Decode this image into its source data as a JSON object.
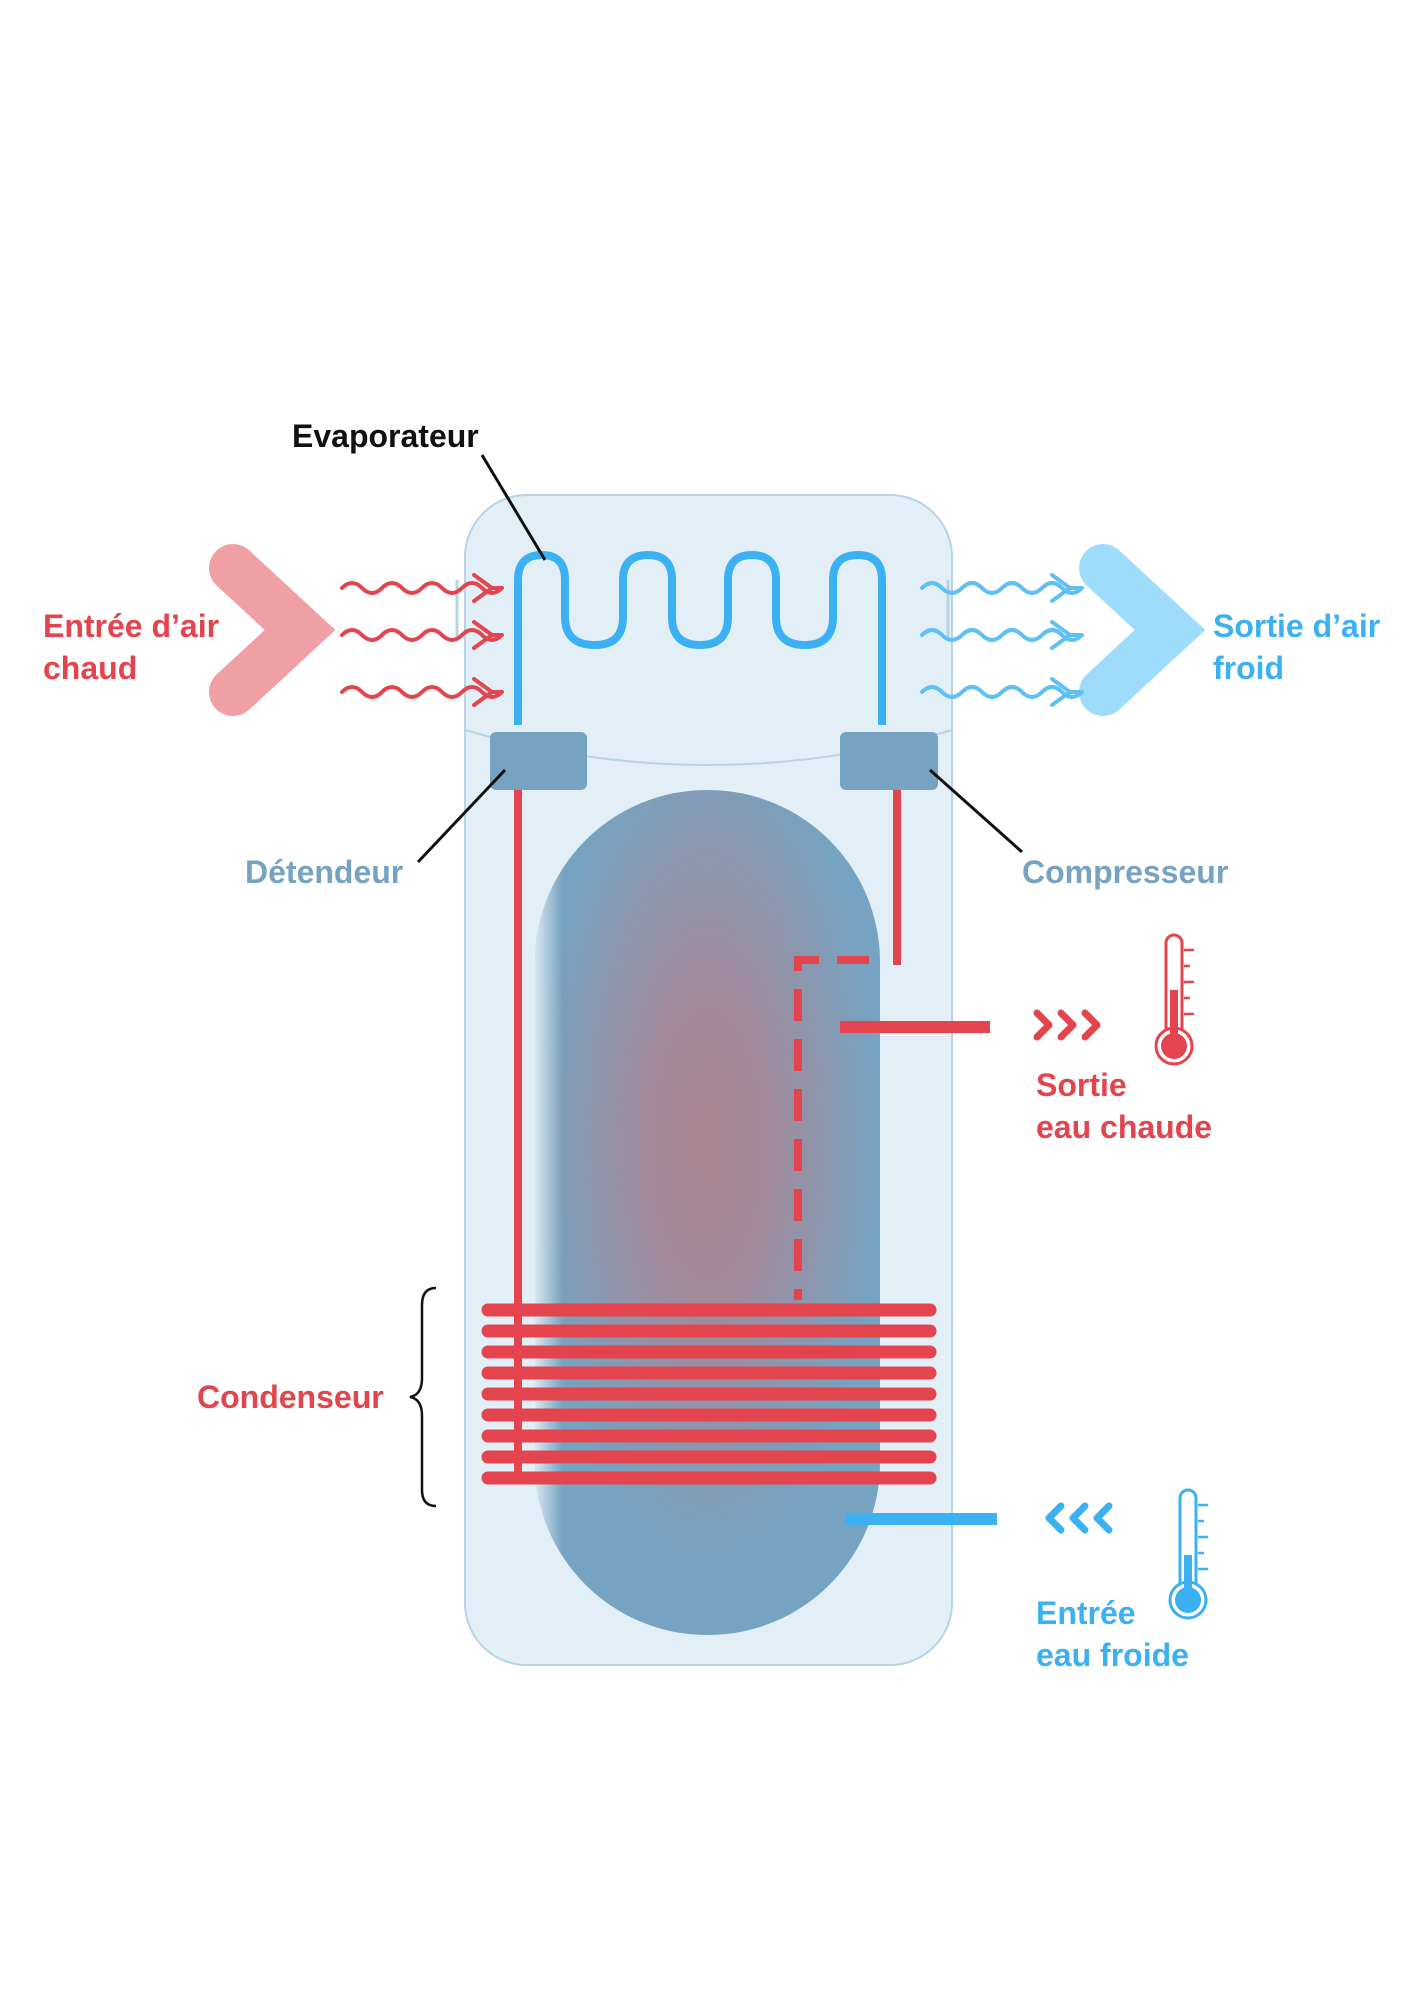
{
  "labels": {
    "evaporateur": "Evaporateur",
    "air_in": {
      "line1": "Entrée d’air",
      "line2": "chaud"
    },
    "air_out": {
      "line1": "Sortie d’air",
      "line2": "froid"
    },
    "detendeur": "Détendeur",
    "compresseur": "Compresseur",
    "hot_out": {
      "line1": "Sortie",
      "line2": "eau chaude"
    },
    "condenseur": "Condenseur",
    "cold_in": {
      "line1": "Entrée",
      "line2": "eau froide"
    }
  },
  "colors": {
    "hot": "#e3444d",
    "hot_light": "#f0a0a5",
    "cold": "#3bb0f2",
    "cold_light": "#9fdcfb",
    "component": "#75a3c1",
    "body_fill": "#e3eff6",
    "body_stroke": "#b7d3e4",
    "text_dark": "#111111"
  },
  "icons": {
    "air_in_arrow": "chevron-right-icon",
    "air_out_arrow": "chevron-right-icon",
    "hot_out_arrows": "triple-chevron-right-icon",
    "cold_in_arrows": "triple-chevron-left-icon",
    "hot_thermometer": "thermometer-hot-icon",
    "cold_thermometer": "thermometer-cold-icon"
  }
}
